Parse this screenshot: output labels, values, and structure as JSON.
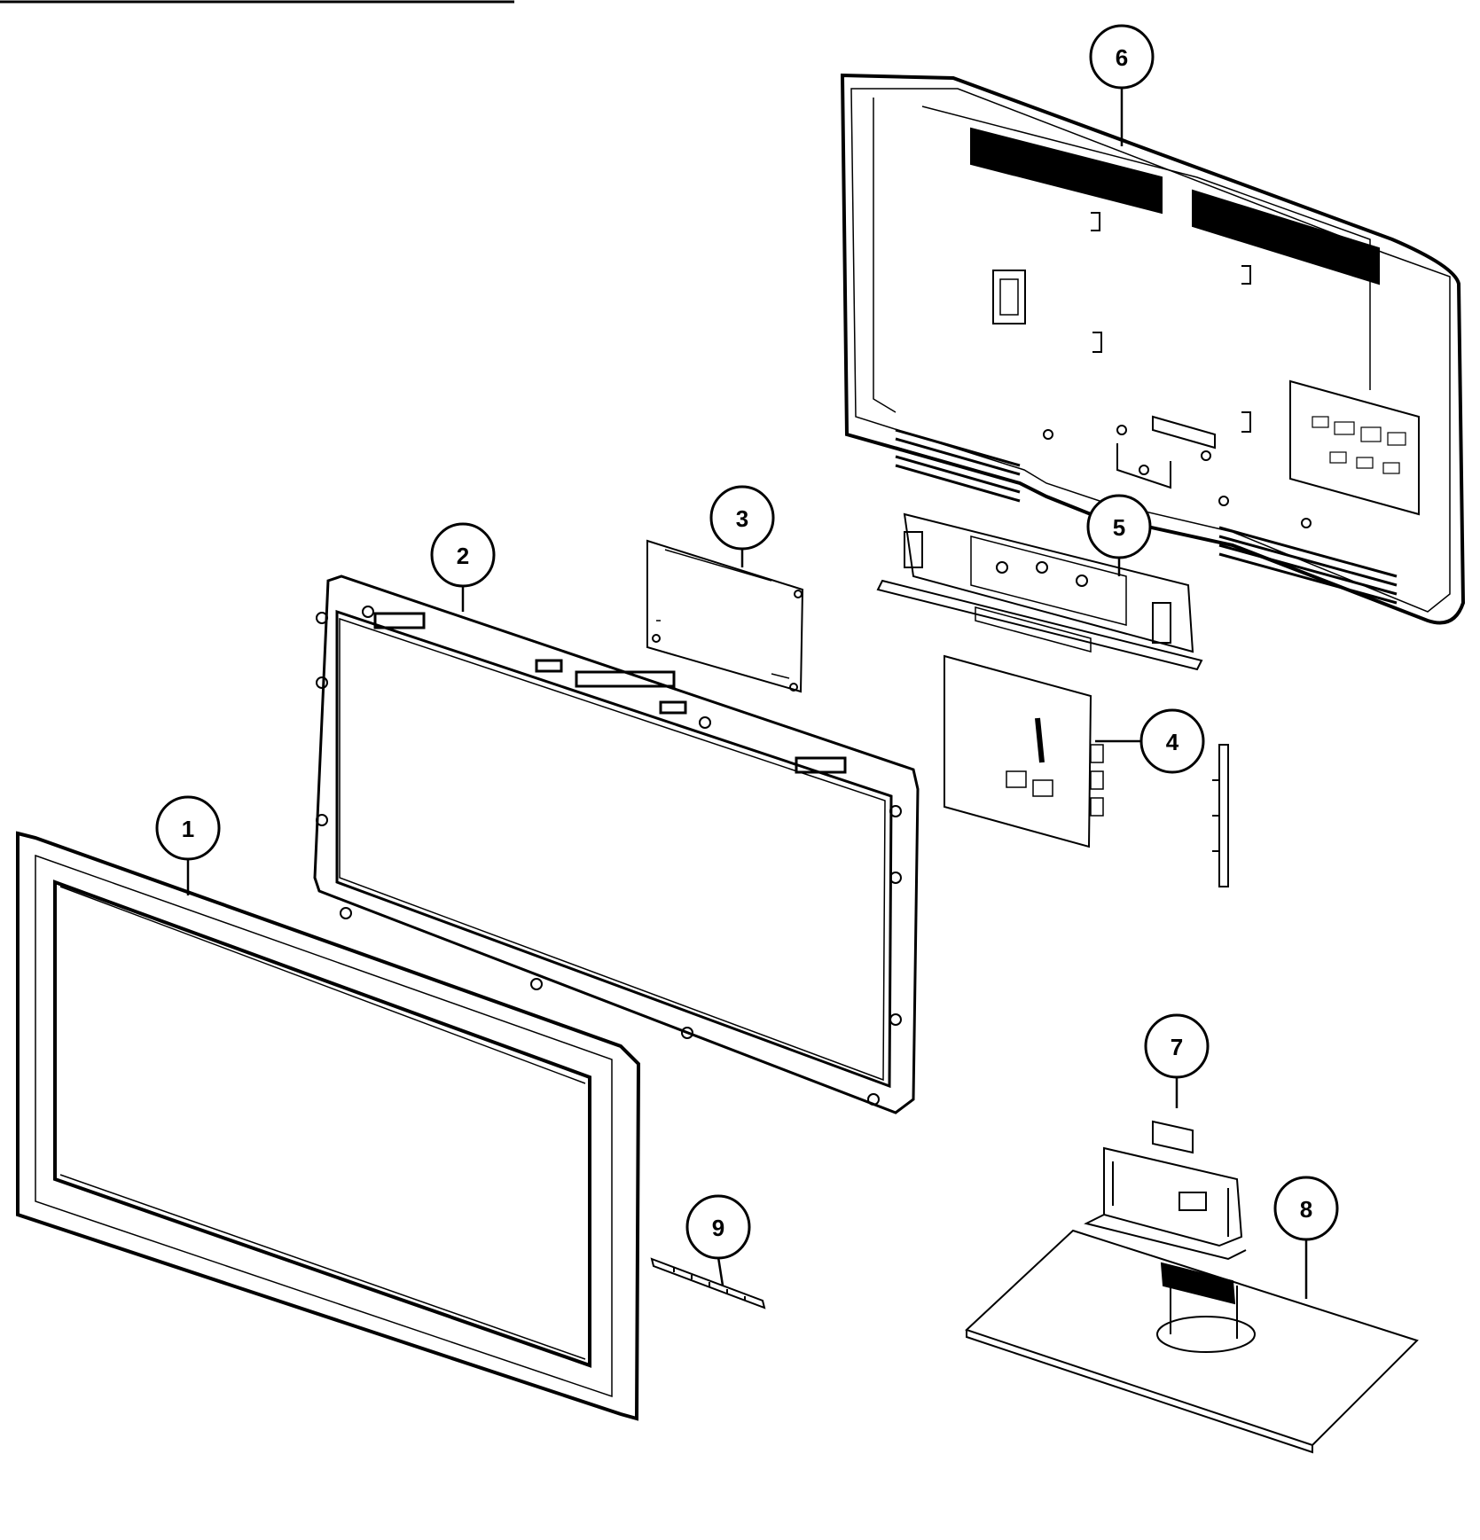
{
  "diagram": {
    "type": "exploded-parts-view",
    "line_color": "#000000",
    "background": "#ffffff",
    "parts": [
      {
        "id": "p1",
        "number": "1",
        "icon": "front-bezel"
      },
      {
        "id": "p2",
        "number": "2",
        "icon": "panel-frame"
      },
      {
        "id": "p3",
        "number": "3",
        "icon": "circuit-board"
      },
      {
        "id": "p4",
        "number": "4",
        "icon": "main-board"
      },
      {
        "id": "p5",
        "number": "5",
        "icon": "bracket"
      },
      {
        "id": "p6",
        "number": "6",
        "icon": "rear-cover"
      },
      {
        "id": "p7",
        "number": "7",
        "icon": "stand-neck"
      },
      {
        "id": "p8",
        "number": "8",
        "icon": "stand-base"
      },
      {
        "id": "p9",
        "number": "9",
        "icon": "button-strip"
      }
    ]
  }
}
